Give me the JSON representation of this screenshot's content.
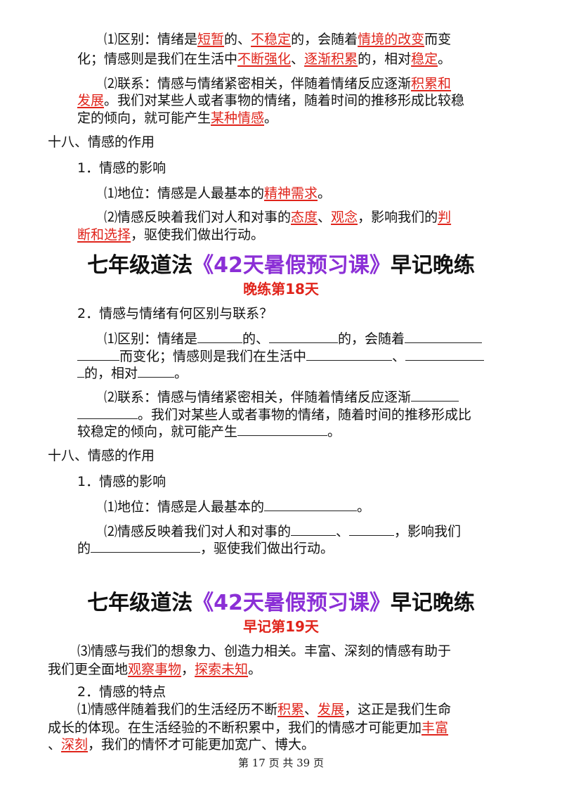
{
  "block1": {
    "l1": {
      "a": "⑴区别：情绪是",
      "r1": "短暂",
      "b": "的、",
      "r2": "不稳定",
      "c": "的，会随着",
      "r3": "情境的改变",
      "d": "而变"
    },
    "l2": {
      "a": "化；情感则是我们在生活中",
      "r1": "不断强化",
      "b": "、",
      "r2": "逐渐积累",
      "c": "的，相对",
      "r3": "稳定",
      "d": "。"
    },
    "l3": {
      "a": "⑵联系：情感与情绪紧密相关，伴随着情绪反应逐渐",
      "r1": "积累和"
    },
    "l4": {
      "r1": "发展",
      "a": "。我们对某些人或者事物的情绪，随着时间的推移形成比较稳"
    },
    "l5": {
      "a": "定的倾向，就可能产生",
      "r1": "某种情感",
      "b": "。"
    },
    "h18": "十八、情感的作用",
    "s1": "1．情感的影响",
    "l6": {
      "a": "⑴地位：情感是人最基本的",
      "r1": "精神需求",
      "b": "。"
    },
    "l7": {
      "a": "⑵情感反映着我们对人和对事的",
      "r1": "态度",
      "b": "、",
      "r2": "观念",
      "c": "，影响我们的",
      "r3": "判"
    },
    "l8": {
      "r1": "断和选择",
      "a": "，驱使我们做出行动。"
    }
  },
  "header1": {
    "left": "七年级道法",
    "mid": "《42天暑假预习课》",
    "right": "早记晚练",
    "sub": "晚练第18天"
  },
  "block2": {
    "q": "2．情感与情绪有何区别与联系？",
    "l1": {
      "a": "⑴区别：情绪是",
      "b": "的、",
      "c": "的，会随着"
    },
    "l2": {
      "a": "而变化；情感则是我们在生活中",
      "b": "、"
    },
    "l3": {
      "a": "的，相对",
      "b": "。"
    },
    "l4": {
      "a": "⑵联系：情感与情绪紧密相关，伴随着情绪反应逐渐"
    },
    "l5": {
      "a": "。我们对某些人或者事物的情绪，随着时间的推移形成比"
    },
    "l6": {
      "a": "较稳定的倾向，就可能产生",
      "b": "。"
    },
    "h18": "十八、情感的作用",
    "s1": "1．情感的影响",
    "l7": {
      "a": "⑴地位：情感是人最基本的",
      "b": "。"
    },
    "l8": {
      "a": "⑵情感反映着我们对人和对事的",
      "b": "、",
      "c": "，影响我们"
    },
    "l9": {
      "a": "的",
      "b": "，驱使我们做出行动。"
    }
  },
  "header2": {
    "left": "七年级道法",
    "mid": "《42天暑假预习课》",
    "right": "早记晚练",
    "sub": "早记第19天"
  },
  "block3": {
    "l1": {
      "a": "⑶情感与我们的想象力、创造力相关。丰富、深刻的情感有助于"
    },
    "l2": {
      "a": "我们更全面地",
      "r1": "观察事物",
      "b": "，",
      "r2": "探索未知",
      "c": "。"
    },
    "s2": "2．情感的特点",
    "l3": {
      "a": "⑴情感伴随着我们的生活经历不断",
      "r1": "积累",
      "b": "、",
      "r2": "发展",
      "c": "，这正是我们生命"
    },
    "l4": {
      "a": "成长的体现。在生活经验的不断积累中，我们的情感才可能更加",
      "r1": "丰富"
    },
    "l5": {
      "a": "、",
      "r1": "深刻",
      "b": "，我们的情怀才可能更加宽广、博大。"
    }
  },
  "footer": "第 17 页 共 39 页",
  "colors": {
    "red": "#e0241b",
    "purple": "#8b2fd6",
    "text": "#111111"
  }
}
